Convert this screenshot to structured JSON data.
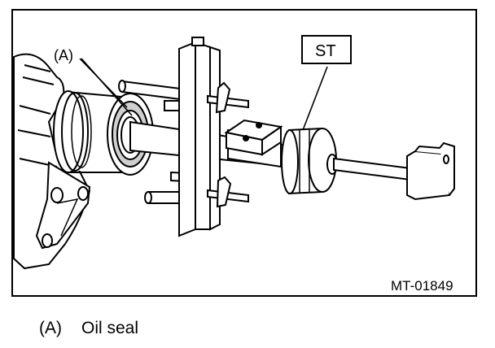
{
  "figure": {
    "callout_a": "(A)",
    "special_tool_label": "ST",
    "figure_id": "MT-01849"
  },
  "legend": {
    "items": [
      {
        "key": "(A)",
        "text": "Oil seal"
      }
    ]
  },
  "colors": {
    "line": "#000000",
    "background": "#ffffff",
    "shade": "#cfcfcf",
    "dark_shade": "#9a9a9a"
  }
}
